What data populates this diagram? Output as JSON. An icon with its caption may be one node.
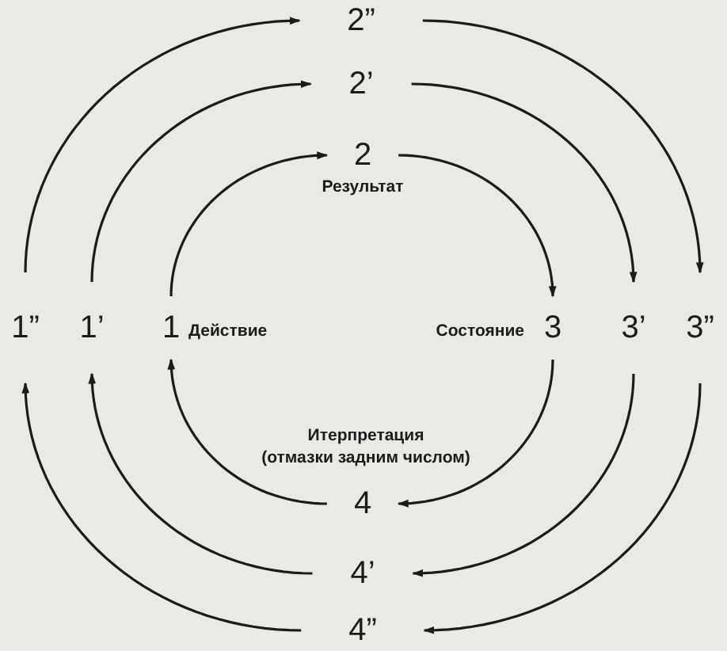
{
  "diagram": {
    "nodes": [
      {
        "text": [
          "2”"
        ]
      },
      {
        "text": [
          "2’"
        ]
      },
      {
        "text": [
          "2"
        ],
        "beside": [
          "Результат"
        ]
      },
      {
        "text": [
          "1”"
        ]
      },
      {
        "text": [
          "1’"
        ]
      },
      {
        "text": [
          "1"
        ],
        "beside": [
          "Действие"
        ]
      },
      {
        "text": [
          "3"
        ],
        "beside": [
          "Состояние"
        ]
      },
      {
        "text": [
          "3’"
        ]
      },
      {
        "text": [
          "3”"
        ]
      },
      {
        "text": [
          "4"
        ],
        "beside": [
          "Итерпретация (отмазки задним числом)"
        ]
      },
      {
        "text": [
          "4’"
        ]
      },
      {
        "text": [
          "4”"
        ]
      }
    ],
    "edges": [
      {
        "from": 5,
        "to": 2,
        "arrow": "to"
      },
      {
        "from": 2,
        "to": 6,
        "arrow": "to"
      },
      {
        "from": 6,
        "to": 9,
        "arrow": "to"
      },
      {
        "from": 9,
        "to": 5,
        "arrow": "to"
      },
      {
        "from": 4,
        "to": 1,
        "arrow": "to"
      },
      {
        "from": 1,
        "to": 7,
        "arrow": "to"
      },
      {
        "from": 7,
        "to": 10,
        "arrow": "to"
      },
      {
        "from": 10,
        "to": 4,
        "arrow": "to"
      },
      {
        "from": 3,
        "to": 0,
        "arrow": "to"
      },
      {
        "from": 0,
        "to": 8,
        "arrow": "to"
      },
      {
        "from": 8,
        "to": 11,
        "arrow": "to"
      },
      {
        "from": 11,
        "to": 3,
        "arrow": "to"
      }
    ]
  }
}
